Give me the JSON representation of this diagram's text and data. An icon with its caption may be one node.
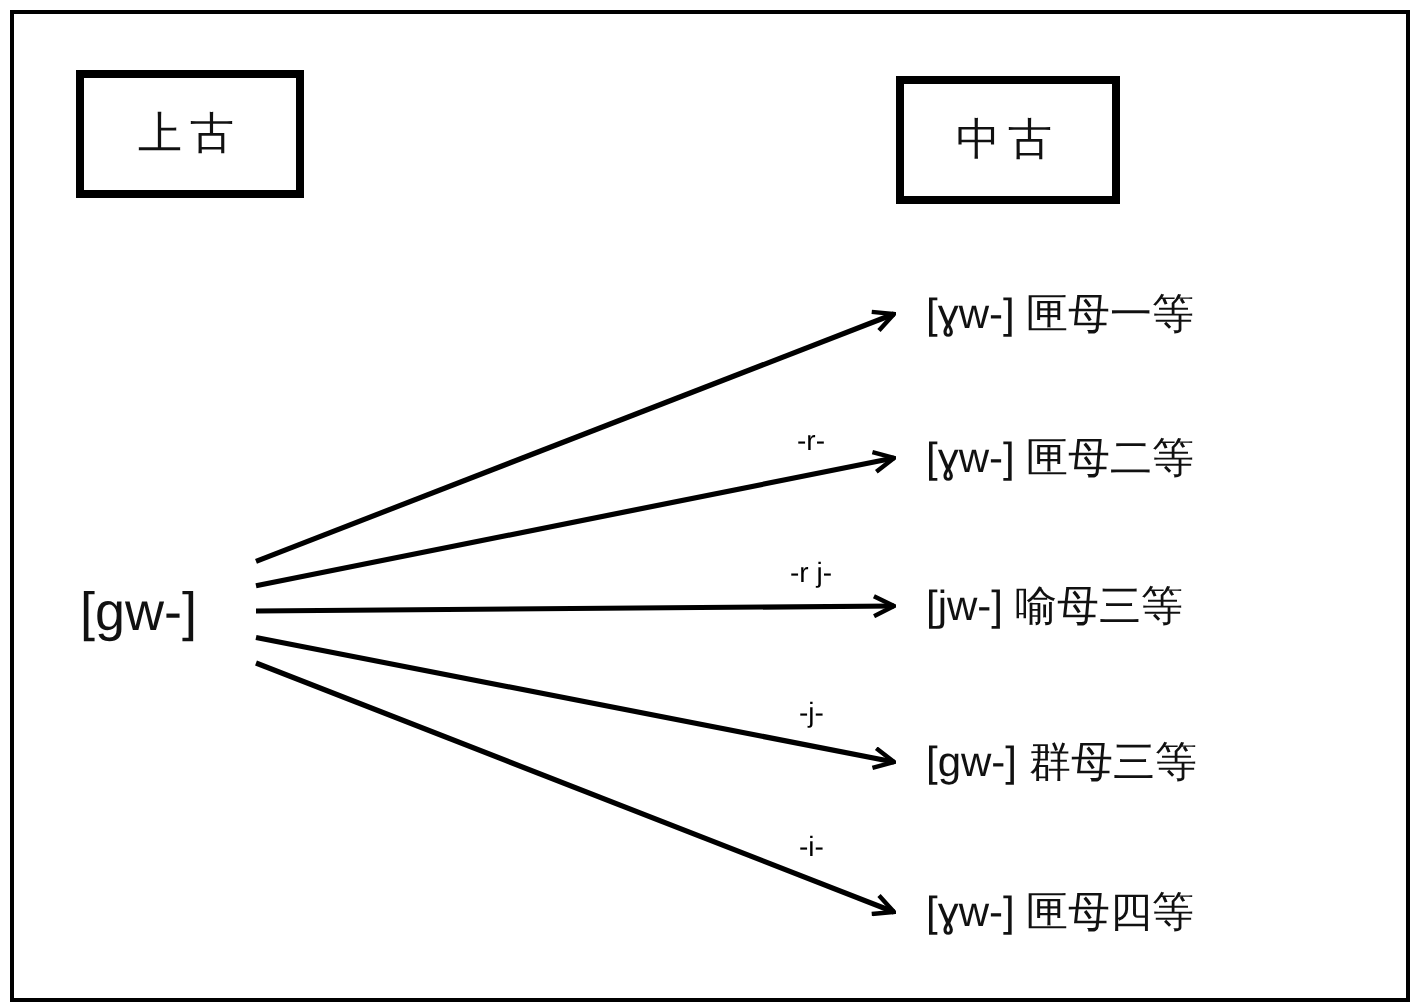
{
  "diagram": {
    "nodes": [
      {
        "text": [
          "上古"
        ]
      },
      {
        "text": [
          "中古"
        ]
      },
      {
        "text": [
          "[gw-]"
        ]
      },
      {
        "text": [
          "[ɣw-] 匣母一等"
        ]
      },
      {
        "text": [
          "[ɣw-] 匣母二等"
        ]
      },
      {
        "text": [
          "[jw-] 喻母三等"
        ]
      },
      {
        "text": [
          "[gw-] 群母三等"
        ]
      },
      {
        "text": [
          "[ɣw-] 匣母四等"
        ]
      }
    ],
    "edges": [
      {
        "from": 2,
        "to": 3,
        "arrow": "to"
      },
      {
        "from": 2,
        "to": 4,
        "arrow": "to",
        "label": "-r-"
      },
      {
        "from": 2,
        "to": 5,
        "arrow": "to",
        "label": "-r j-"
      },
      {
        "from": 2,
        "to": 6,
        "arrow": "to",
        "label": "-j-"
      },
      {
        "from": 2,
        "to": 7,
        "arrow": "to",
        "label": "-i-"
      }
    ]
  }
}
